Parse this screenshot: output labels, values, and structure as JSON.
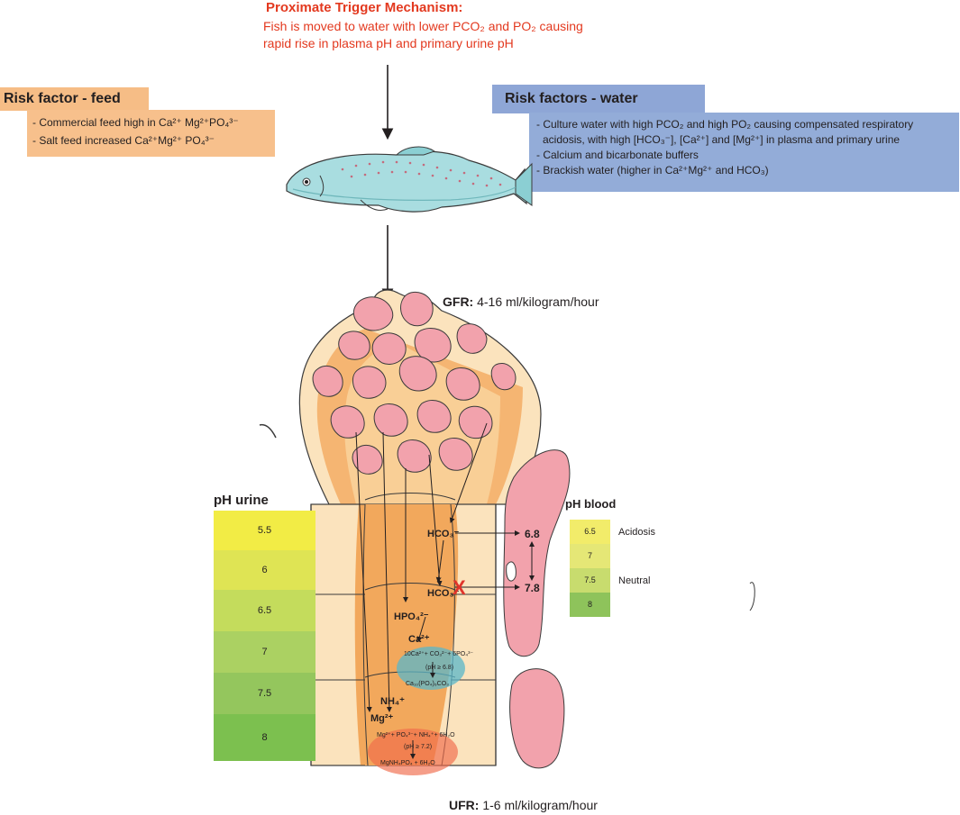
{
  "trigger": {
    "title": "Proximate Trigger Mechanism:",
    "line1": "Fish is moved to water with lower PCO₂ and PO₂ causing",
    "line2": "rapid rise in plasma pH and primary urine pH"
  },
  "feed": {
    "title": "Risk factor - feed",
    "items": [
      "- Commercial feed high in Ca²⁺ Mg²⁺PO₄³⁻",
      "- Salt feed increased Ca²⁺Mg²⁺ PO₄³⁻"
    ]
  },
  "water": {
    "title": "Risk factors - water",
    "items": [
      "- Culture water with high PCO₂ and high PO₂ causing compensated respiratory",
      "acidosis, with high [HCO₃⁻], [Ca²⁺] and [Mg²⁺] in plasma and primary urine",
      "- Calcium and bicarbonate buffers",
      "- Brackish water (higher in Ca²⁺Mg²⁺ and HCO₃)"
    ]
  },
  "gfr": {
    "label": "GFR:",
    "value": "4-16 ml/kilogram/hour"
  },
  "ufr": {
    "label": "UFR:",
    "value": "1-6 ml/kilogram/hour"
  },
  "ph_urine": {
    "title": "pH urine",
    "levels": [
      "5.5",
      "6",
      "6.5",
      "7",
      "7.5",
      "8"
    ],
    "colors": [
      "#f2ec45",
      "#dfe454",
      "#c4dc5c",
      "#abd162",
      "#94c65d",
      "#7cc04f"
    ]
  },
  "ph_blood": {
    "title": "pH blood",
    "levels": [
      "6.5",
      "7",
      "7.5",
      "8"
    ],
    "colors": [
      "#f2ec6a",
      "#e5e776",
      "#c8dc6e",
      "#8ec35b"
    ],
    "acidosis": "Acidosis",
    "neutral": "Neutral"
  },
  "ions": {
    "hco3_a": "HCO₃⁻",
    "hco3_b": "HCO₃⁻",
    "hpo4": "HPO₄²⁻",
    "ca": "Ca²⁺",
    "nh4": "NH₄⁺",
    "mg": "Mg²⁺",
    "blood_high": "6.8",
    "blood_low": "7.8",
    "block": "X"
  },
  "reactions": {
    "ca_eq1": "10Ca²⁺+ CO₃²⁻+ 6PO₄³⁻",
    "ca_cond": "(pH ≥ 6.8)",
    "ca_prod": "Ca₁₀(PO₄)₆CO₃",
    "mg_eq1": "Mg²⁺+ PO₄³⁻+ NH₄⁺+ 6H₂O",
    "mg_cond": "(pH ≥ 7.2)",
    "mg_prod": "MgNH₄PO₄ + 6H₂O"
  },
  "colors": {
    "trigger": "#e3391f",
    "feed": "#f7c08c",
    "water": "#93acd8",
    "kidney_light": "#fbe3bd",
    "kidney_orange": "#f2a85c",
    "capillary": "#f2a2ac",
    "block_x": "#e0342b"
  }
}
